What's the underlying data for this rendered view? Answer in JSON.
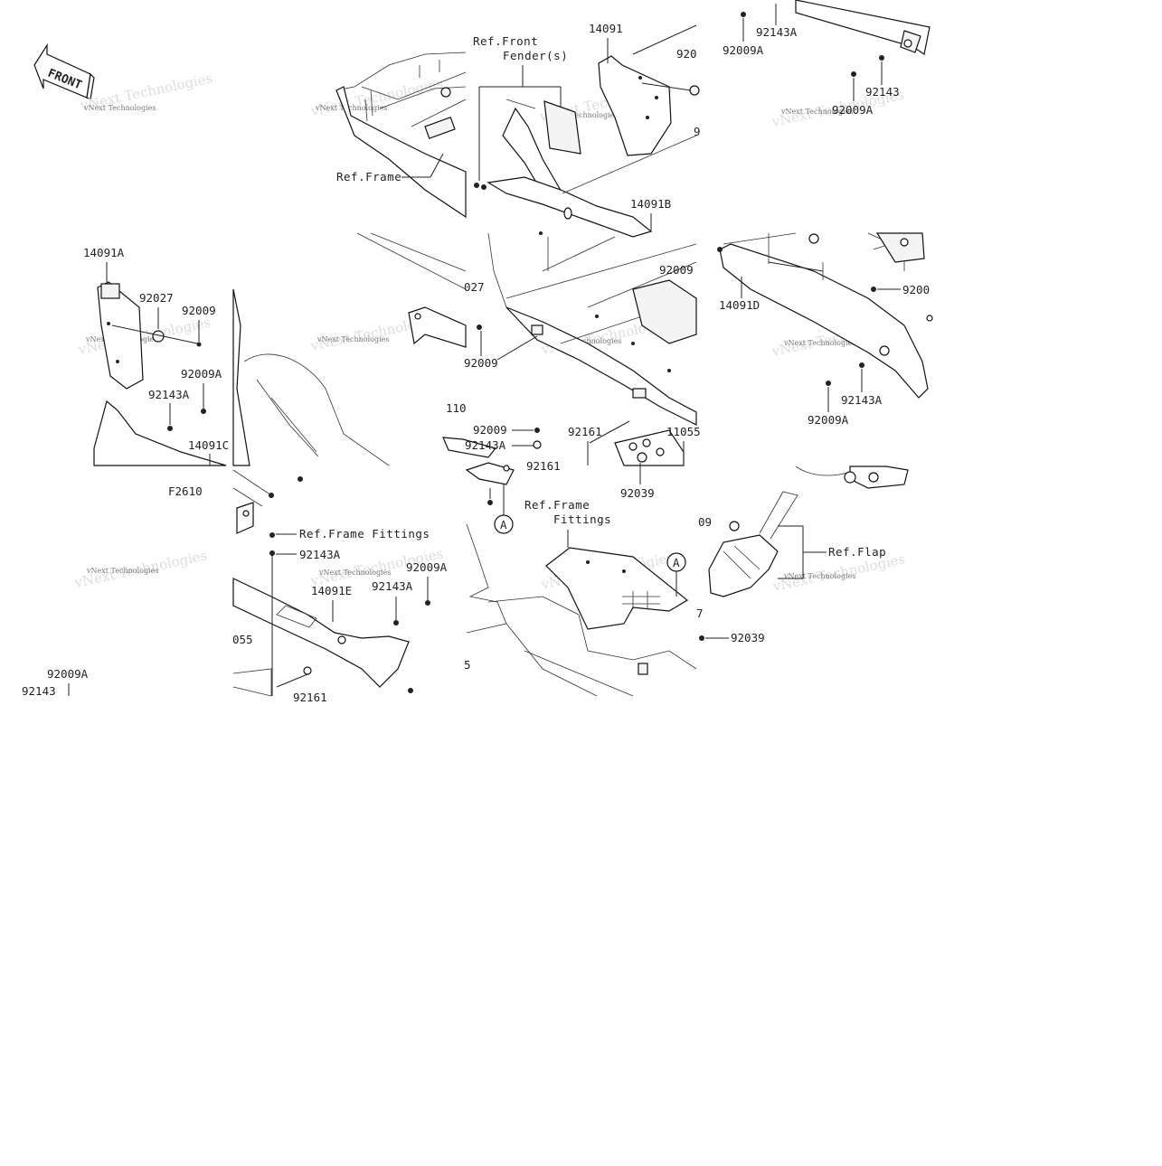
{
  "figure_code": "F2610",
  "front_arrow": "FRONT",
  "watermark": "vNext Technologies",
  "refs": {
    "front_fender_1": "Ref.Front",
    "front_fender_2": "Fender(s)",
    "frame": "Ref.Frame",
    "frame_fittings_1": "Ref.Frame",
    "frame_fittings_2": "Fittings",
    "frame_fittings_inline": "Ref.Frame Fittings",
    "flap": "Ref.Flap"
  },
  "callout_a": "A",
  "labels": {
    "p14091": "14091",
    "p14091A": "14091A",
    "p14091B": "14091B",
    "p14091C": "14091C",
    "p14091D": "14091D",
    "p14091E": "14091E",
    "p92027": "92027",
    "p92027_cut": "027",
    "p92009": "92009",
    "p92009A": "92009A",
    "p92143": "92143",
    "p92143A": "92143A",
    "p92161": "92161",
    "p92161_cut": "92161",
    "p92039": "92039",
    "p11055": "11055",
    "p11055_cut": "055",
    "p11_cut": "110",
    "p92_cut": "920",
    "p9200_cut": "9200",
    "p09_cut": "09",
    "p7_cut": "7",
    "p5_cut": "5",
    "p9_cut": "9"
  }
}
